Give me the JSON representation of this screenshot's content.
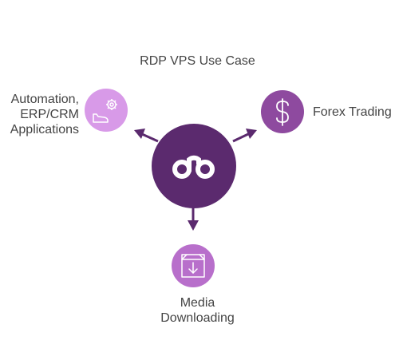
{
  "title": "RDP VPS Use Case",
  "center": {
    "icon": "ab-logo-icon",
    "color": "#5b2a6e"
  },
  "nodes": {
    "left": {
      "lines": [
        "Automation,",
        "ERP/CRM",
        "Applications"
      ],
      "icon": "gear-and-shoe-icon",
      "color": "#d89ae8"
    },
    "right": {
      "label": "Forex Trading",
      "icon": "dollar-icon",
      "color": "#8e4a9f"
    },
    "bottom": {
      "lines": [
        "Media",
        "Downloading"
      ],
      "icon": "download-box-icon",
      "color": "#b86fcb"
    }
  },
  "arrow_color": "#5b2a6e"
}
